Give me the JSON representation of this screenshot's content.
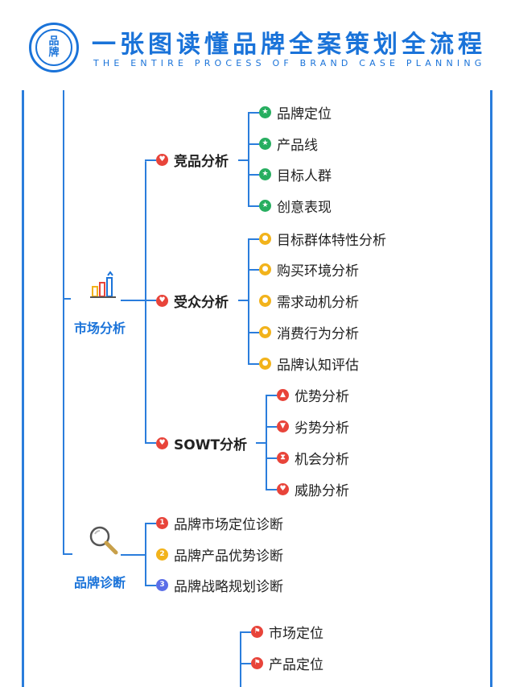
{
  "header": {
    "logo_line1": "品",
    "logo_line2": "牌",
    "title": "一张图读懂品牌全案策划全流程",
    "subtitle": "THE ENTIRE PROCESS OF BRAND CASE PLANNING"
  },
  "market": {
    "label": "市场分析",
    "competitor": {
      "label": "竞品分析",
      "items": [
        "品牌定位",
        "产品线",
        "目标人群",
        "创意表现"
      ]
    },
    "audience": {
      "label": "受众分析",
      "items": [
        "目标群体特性分析",
        "购买环境分析",
        "需求动机分析",
        "消费行为分析",
        "品牌认知评估"
      ]
    },
    "sowt": {
      "label": "SOWT分析",
      "items": [
        "优势分析",
        "劣势分析",
        "机会分析",
        "威胁分析"
      ]
    }
  },
  "diagnosis": {
    "label": "品牌诊断",
    "items": [
      "品牌市场定位诊断",
      "品牌产品优势诊断",
      "品牌战略规划诊断"
    ],
    "numbers": [
      "1",
      "2",
      "3"
    ]
  },
  "positioning": {
    "items": [
      "市场定位",
      "产品定位"
    ]
  },
  "colors": {
    "accent": "#1a73d9",
    "line": "#2a7ddc",
    "red": "#e8443a",
    "green": "#27ae60",
    "yellow": "#f2b31b",
    "blue": "#5b6ee8"
  },
  "icons": {
    "logo": "brand-seal-icon",
    "market": "bar-chart-icon",
    "diagnosis": "magnifier-icon",
    "competitor_items": "star-icon",
    "audience_items": "person-icon",
    "category": "heart-icon",
    "strength": "thumbs-up-icon",
    "weakness": "thumbs-down-icon",
    "opportunity": "hourglass-icon",
    "threat": "broken-heart-icon",
    "positioning_items": "flag-icon"
  }
}
